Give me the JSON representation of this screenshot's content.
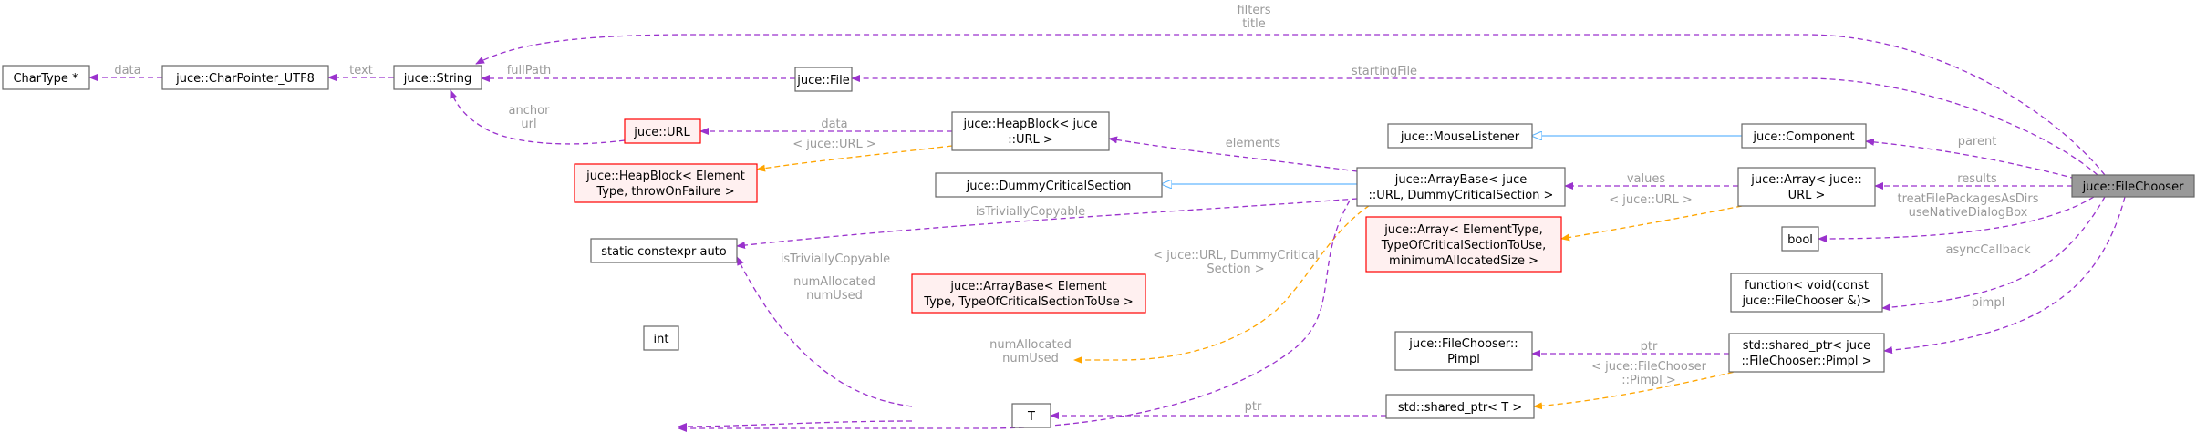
{
  "nodes": {
    "filechooser": [
      "juce::FileChooser"
    ],
    "chartype": [
      "CharType *"
    ],
    "charpointer": [
      "juce::CharPointer_UTF8"
    ],
    "string": [
      "juce::String"
    ],
    "file": [
      "juce::File"
    ],
    "url": [
      "juce::URL"
    ],
    "heapblock_url": [
      "juce::HeapBlock< juce",
      "::URL >"
    ],
    "heapblock_generic": [
      "juce::HeapBlock< Element",
      "Type, throwOnFailure >"
    ],
    "dummycs": [
      "juce::DummyCriticalSection"
    ],
    "mouselistener": [
      "juce::MouseListener"
    ],
    "component": [
      "juce::Component"
    ],
    "arraybase_url": [
      "juce::ArrayBase< juce",
      "::URL, DummyCriticalSection >"
    ],
    "array_url": [
      "juce::Array< juce::",
      "URL >"
    ],
    "array_generic": [
      "juce::Array< ElementType,",
      "TypeOfCriticalSectionToUse,",
      "minimumAllocatedSize >"
    ],
    "staticconstexpr": [
      "static constexpr auto"
    ],
    "arraybase_generic": [
      "juce::ArrayBase< Element",
      "Type, TypeOfCriticalSectionToUse >"
    ],
    "int": [
      "int"
    ],
    "bool": [
      "bool"
    ],
    "function": [
      "function< void(const",
      "juce::FileChooser &)>"
    ],
    "pimpl": [
      "juce::FileChooser::",
      "Pimpl"
    ],
    "sharedptr_pimpl": [
      "std::shared_ptr< juce",
      "::FileChooser::Pimpl >"
    ],
    "T": [
      "T"
    ],
    "sharedptr_T": [
      "std::shared_ptr< T >"
    ]
  },
  "edge_labels": {
    "filters_title": [
      "filters",
      "title"
    ],
    "startingFile": [
      "startingFile"
    ],
    "data_charptr": [
      "data"
    ],
    "text": [
      "text"
    ],
    "fullPath": [
      "fullPath"
    ],
    "anchor_url": [
      "anchor",
      "url"
    ],
    "data_heap": [
      "data"
    ],
    "tmpl_url_heap": [
      "< juce::URL >"
    ],
    "elements": [
      "elements"
    ],
    "parent": [
      "parent"
    ],
    "values": [
      "values"
    ],
    "results": [
      "results"
    ],
    "tmpl_url_array": [
      "< juce::URL >"
    ],
    "treatFile": [
      "treatFilePackagesAsDirs",
      "useNativeDialogBox"
    ],
    "isTriviallyCopyable_1": [
      "isTriviallyCopyable"
    ],
    "isTriviallyCopyable_2": [
      "isTriviallyCopyable"
    ],
    "tmpl_url_dummy": [
      "< juce::URL, DummyCritical",
      "Section >"
    ],
    "numAlloc_1": [
      "numAllocated",
      "numUsed"
    ],
    "numAlloc_2": [
      "numAllocated",
      "numUsed"
    ],
    "asyncCallback": [
      "asyncCallback"
    ],
    "pimpl_label": [
      "pimpl"
    ],
    "ptr_1": [
      "ptr"
    ],
    "tmpl_pimpl": [
      "< juce::FileChooser",
      "::Pimpl >"
    ],
    "ptr_2": [
      "ptr"
    ]
  },
  "colors": {
    "usage_edge": "#9a32cd",
    "template_edge": "#ffa500",
    "inheritance_edge": "#63b8ff",
    "focus_fill": "#999999",
    "template_node_border": "#ff0000"
  }
}
